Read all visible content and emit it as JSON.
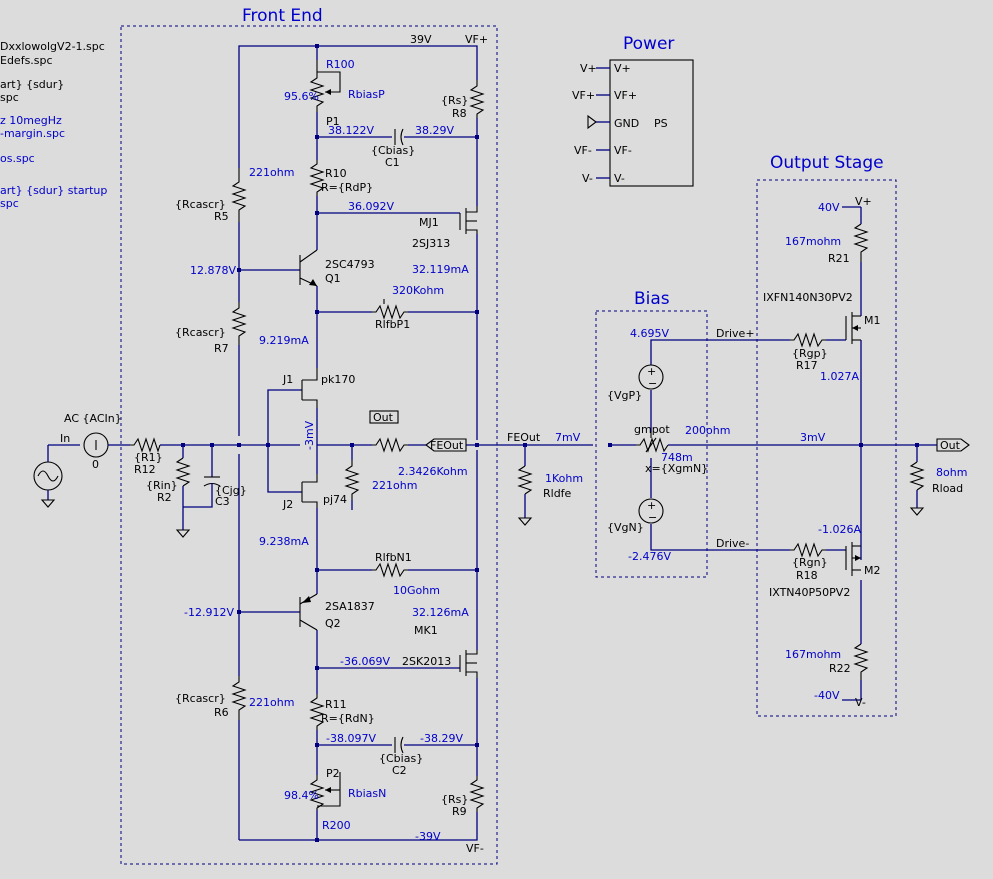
{
  "titles": {
    "front_end": "Front End",
    "power": "Power",
    "output_stage": "Output Stage",
    "bias": "Bias"
  },
  "spice_text": {
    "line1": "DxxlowolgV2-1.spc",
    "line2": "Edefs.spc",
    "line3": "art} {sdur}",
    "line4": "spc",
    "line5": "z 10megHz",
    "line6": "-margin.spc",
    "line7": "os.spc",
    "line8": "art} {sdur} startup",
    "line9": "spc"
  },
  "front_end": {
    "v39": "39V",
    "vf_plus": "VF+",
    "r100": "R100",
    "rbiasp": "RbiasP",
    "p1_val": "95.6%",
    "p1": "P1",
    "rs_top": "{Rs}",
    "r8": "R8",
    "n38122": "38.122V",
    "n3829": "38.29V",
    "cbias1": "{Cbias}",
    "c1": "C1",
    "r10_val": "221ohm",
    "r10": "R10",
    "r10_expr": "R={RdP}",
    "rcascr5": "{Rcascr}",
    "r5": "R5",
    "n36092": "36.092V",
    "mj1": "MJ1",
    "j2sj313": "2SJ313",
    "n12878": "12.878V",
    "q1_type": "2SC4793",
    "q1": "Q1",
    "i32119": "32.119mA",
    "r320k": "320Kohm",
    "rlfbp1": "RlfbP1",
    "rcascr7": "{Rcascr}",
    "r7": "R7",
    "i9219": "9.219mA",
    "j1": "J1",
    "pk170": "pk170",
    "n3mv": "-3mV",
    "out_label": "Out",
    "feout_flag": "FEOut",
    "r2342": "2.3426Kohm",
    "r221b": "221ohm",
    "pj74": "pj74",
    "j2": "J2",
    "i9238": "9.238mA",
    "rlfbn1": "RlfbN1",
    "r10g": "10Gohm",
    "n12912": "-12.912V",
    "q2_type": "2SA1837",
    "q2": "Q2",
    "i32126": "32.126mA",
    "mk1": "MK1",
    "n36069": "-36.069V",
    "k2sk2013": "2SK2013",
    "rcascr6": "{Rcascr}",
    "r6": "R6",
    "r11_val": "221ohm",
    "r11": "R11",
    "r11_expr": "R={RdN}",
    "n38097": "-38.097V",
    "n3829n": "-38.29V",
    "cbias2": "{Cbias}",
    "c2": "C2",
    "p2": "P2",
    "p2_val": "98.4%",
    "rbiasn": "RbiasN",
    "rs_bot": "{Rs}",
    "r9": "R9",
    "r200": "R200",
    "vneg39": "-39V",
    "vf_minus": "VF-"
  },
  "input": {
    "ac": "AC {ACIn}",
    "in": "In",
    "zero": "0",
    "r1": "{R1}",
    "r12": "R12",
    "rin": "{Rin}",
    "r2": "R2",
    "cjg": "{Cjg}",
    "c3": "C3"
  },
  "power": {
    "vplus": "V+",
    "vfplus": "VF+",
    "gnd": "GND",
    "vfminus": "VF-",
    "vminus": "V-",
    "ps": "PS"
  },
  "bias": {
    "feout_net": "FEOut",
    "v7mv": "7mV",
    "r1k": "1Kohm",
    "rldfe": "Rldfe",
    "v4695": "4.695V",
    "vgp": "{VgP}",
    "gmpot": "gmpot",
    "r200ohm": "200ohm",
    "v748": "748m",
    "xgmn": "x={XgmN}",
    "vgn": "{VgN}",
    "vneg2476": "-2.476V"
  },
  "output": {
    "v40": "40V",
    "vplus": "V+",
    "r167a": "167mohm",
    "r21": "R21",
    "ixfn": "IXFN140N30PV2",
    "m1": "M1",
    "drive_plus": "Drive+",
    "rgp": "{Rgp}",
    "r17": "R17",
    "i1027": "1.027A",
    "v3mv": "3mV",
    "out": "Out",
    "r8ohm": "8ohm",
    "rload": "Rload",
    "i1026": "-1.026A",
    "drive_minus": "Drive-",
    "rgn": "{Rgn}",
    "r18": "R18",
    "m2": "M2",
    "ixtn": "IXTN40P50PV2",
    "r167b": "167mohm",
    "r22": "R22",
    "vneg40": "-40V",
    "vminus": "V-"
  }
}
